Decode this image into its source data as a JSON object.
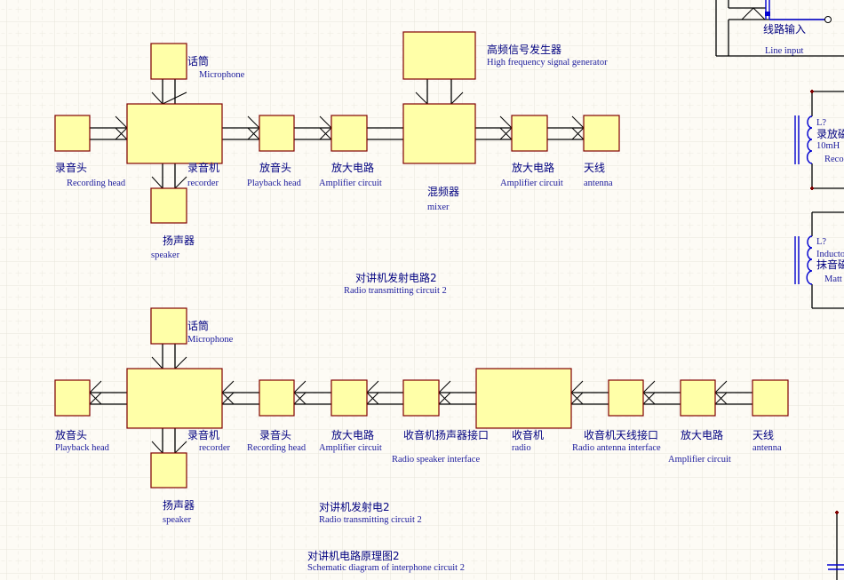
{
  "colors": {
    "background": "#fdfbf5",
    "grid_major": "#ece9df",
    "block_fill": "#ffffa8",
    "block_border": "#800000",
    "label_cn": "#000080",
    "label_en": "#1a1a9c",
    "wire": "#000000",
    "pin_wire": "#0000d0"
  },
  "top_circuit": {
    "title_cn": "对讲机发射电路2",
    "title_en": "Radio transmitting circuit 2",
    "blocks": {
      "microphone": {
        "cn": "话筒",
        "en": "Microphone"
      },
      "recording_head": {
        "cn": "录音头",
        "en": "Recording head"
      },
      "recorder": {
        "cn": "录音机",
        "en": "recorder"
      },
      "speaker": {
        "cn": "扬声器",
        "en": "speaker"
      },
      "playback_head": {
        "cn": "放音头",
        "en": "Playback head"
      },
      "amplifier_1": {
        "cn": "放大电路",
        "en": "Amplifier circuit"
      },
      "hf_generator": {
        "cn": "高频信号发生器",
        "en": "High frequency signal generator"
      },
      "mixer": {
        "cn": "混频器",
        "en": "mixer"
      },
      "amplifier_2": {
        "cn": "放大电路",
        "en": "Amplifier circuit"
      },
      "antenna": {
        "cn": "天线",
        "en": "antenna"
      }
    }
  },
  "bottom_circuit": {
    "title_cn": "对讲机发射电2",
    "title_en": "Radio transmitting circuit 2",
    "blocks": {
      "microphone": {
        "cn": "话筒",
        "en": "Microphone"
      },
      "playback_head": {
        "cn": "放音头",
        "en": "Playback head"
      },
      "recorder": {
        "cn": "录音机",
        "en": "recorder"
      },
      "speaker": {
        "cn": "扬声器",
        "en": "speaker"
      },
      "recording_head": {
        "cn": "录音头",
        "en": "Recording head"
      },
      "amplifier_1": {
        "cn": "放大电路",
        "en": "Amplifier circuit"
      },
      "speaker_interface": {
        "cn": "收音机扬声器接口",
        "en": "Radio speaker interface"
      },
      "radio": {
        "cn": "收音机",
        "en": "radio"
      },
      "antenna_interface": {
        "cn": "收音机天线接口",
        "en": "Radio antenna interface"
      },
      "amplifier_2": {
        "cn": "放大电路",
        "en": "Amplifier circuit"
      },
      "antenna": {
        "cn": "天线",
        "en": "antenna"
      }
    }
  },
  "sheet_title": {
    "cn": "对讲机电路原理图2",
    "en": "Schematic diagram of interphone circuit 2"
  },
  "right_edge": {
    "line_input": {
      "cn": "线路输入",
      "en": "Line input"
    },
    "inductor_1": {
      "designator": "L?",
      "name_cn": "录放磁",
      "value": "10mH",
      "comment": "Reco"
    },
    "inductor_2": {
      "designator": "L?",
      "comment": "Inducto",
      "name_cn": "抹音磁",
      "sub": "Matt"
    }
  }
}
